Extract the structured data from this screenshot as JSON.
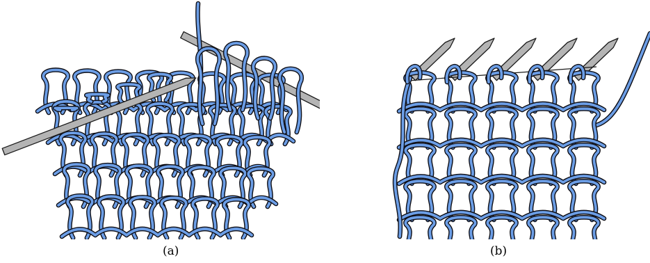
{
  "panels": [
    {
      "label": "(a)"
    },
    {
      "label": "(b)"
    }
  ],
  "colors": {
    "yarn_fill": "#6c9ee6",
    "yarn_outline": "#0d0d14",
    "needle_fill": "#b4b4b4",
    "needle_outline": "#1a1a1a",
    "background": "#ffffff"
  },
  "icons": {
    "panel_a": "knitting-on-two-needles-diagram",
    "panel_b": "knitted-fabric-on-needle-diagram"
  }
}
